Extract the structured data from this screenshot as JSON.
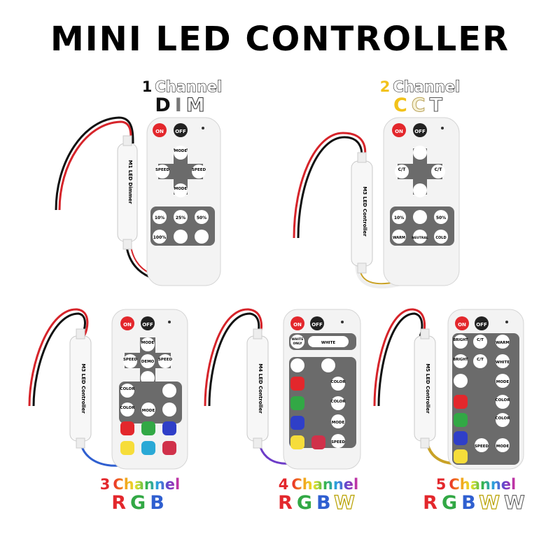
{
  "title": "MINI LED CONTROLLER",
  "panels": [
    {
      "channel_num": "1",
      "channel_word": "Channel",
      "letters": [
        "D",
        "I",
        "M"
      ],
      "controller_label": "M1 LED Dimmer",
      "remote_buttons": [
        "ON",
        "OFF",
        "MODE",
        "SPEED",
        "SPEED",
        "MODE",
        "10%",
        "25%",
        "50%",
        "100%"
      ]
    },
    {
      "channel_num": "2",
      "channel_word": "Channel",
      "letters": [
        "C",
        "C",
        "T"
      ],
      "controller_label": "M3 LED Controller",
      "remote_buttons": [
        "ON",
        "OFF",
        "C/T",
        "C/T",
        "10%",
        "50%",
        "WARM",
        "NEUTRAL",
        "COLD"
      ]
    },
    {
      "channel_num": "3",
      "channel_word": "Channel",
      "letters": [
        "R",
        "G",
        "B"
      ],
      "controller_label": "M3 LED Controller",
      "remote_buttons": [
        "ON",
        "OFF",
        "MODE",
        "SPEED",
        "DEMO",
        "SPEED",
        "COLOR",
        "COLOR",
        "MODE"
      ]
    },
    {
      "channel_num": "4",
      "channel_word": "Channel",
      "letters": [
        "R",
        "G",
        "B",
        "W"
      ],
      "controller_label": "M4 LED Controller",
      "remote_buttons": [
        "ON",
        "OFF",
        "WHITE ONLY",
        "WHITE",
        "COLOR",
        "COLOR",
        "MODE",
        "SPEED"
      ]
    },
    {
      "channel_num": "5",
      "channel_word": "Channel",
      "letters": [
        "R",
        "G",
        "B",
        "W",
        "W"
      ],
      "controller_label": "M5 LED Controller",
      "remote_buttons": [
        "ON",
        "OFF",
        "BRIGHT",
        "C/T",
        "WARM",
        "BRIGHT",
        "C/T",
        "WHITE",
        "MODE",
        "COLOR",
        "SPEED",
        "COLOR",
        "MODE"
      ]
    }
  ],
  "colors": {
    "red_button": "#e3272c",
    "off_button": "#222222",
    "remote_body": "#f3f3f3",
    "button_gray": "#6b6b6b",
    "wire_red": "#d6242a",
    "wire_black": "#111111"
  }
}
